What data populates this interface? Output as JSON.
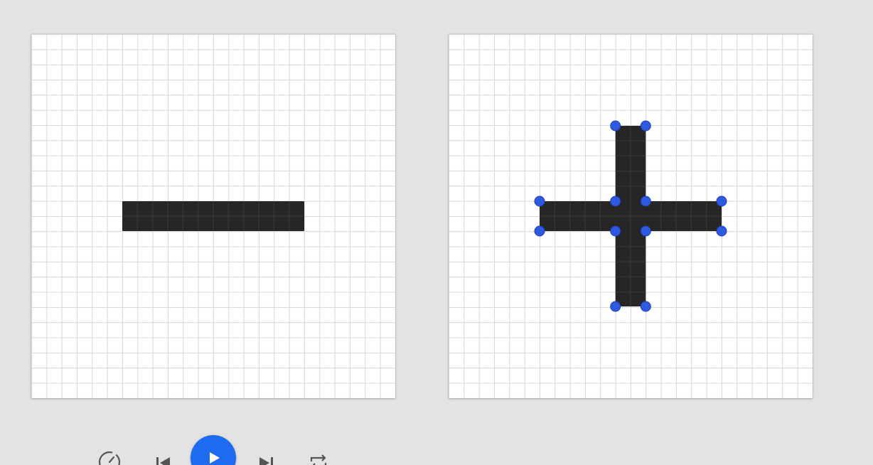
{
  "canvases": [
    {
      "id": "minus",
      "shape": "minus-shape",
      "fill_color": "#262626",
      "handles_visible": false
    },
    {
      "id": "plus",
      "shape": "plus-shape",
      "fill_color": "#262626",
      "handles_visible": true,
      "handle_color": "#2f5ae0"
    }
  ],
  "grid": {
    "line_color": "#d6d6d6",
    "background": "#ffffff"
  },
  "playback": {
    "accent_color": "#1f6bf0",
    "controls": [
      {
        "name": "speed-control",
        "icon": "speedometer-icon"
      },
      {
        "name": "previous-frame",
        "icon": "skip-back-icon"
      },
      {
        "name": "play",
        "icon": "play-icon"
      },
      {
        "name": "next-frame",
        "icon": "skip-forward-icon"
      },
      {
        "name": "loop",
        "icon": "repeat-icon"
      }
    ]
  }
}
